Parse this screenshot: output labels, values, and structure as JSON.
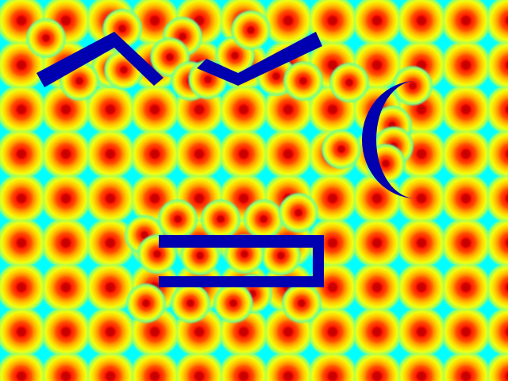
{
  "scene": {
    "palette": {
      "dot_core": "#c00000",
      "dot_inner": "#ff2000",
      "dot_mid": "#ff8000",
      "dot_outer": "#ffe000",
      "dot_edge": "#c0ff40",
      "background": "#00ffff",
      "shape_fill": "#0000b0"
    },
    "shapes": [
      "left-chevron",
      "right-chevron",
      "crescent-moon",
      "bracket-line"
    ]
  }
}
